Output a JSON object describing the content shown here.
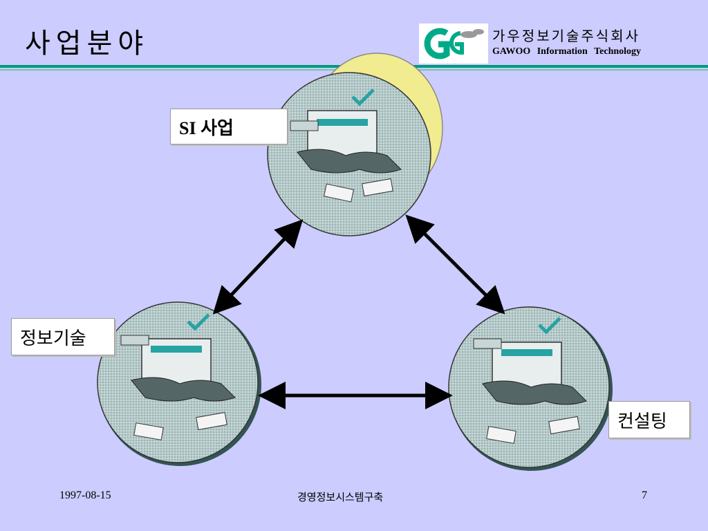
{
  "slide": {
    "title": "사업분야",
    "company_ko": "가우정보기술주식회사",
    "company_en": "GAWOO  Information  Technology"
  },
  "nodes": {
    "si": "SI 사업",
    "it": "정보기술",
    "consulting": "컨설팅"
  },
  "icons": {
    "logo": "gawoo-logo-icon",
    "node_image": "handshake-clipart-icon"
  },
  "footer": {
    "date": "1997-08-15",
    "center": "경영정보시스템구축",
    "page": "7"
  },
  "colors": {
    "background": "#ccccff",
    "accent": "#009977",
    "circle_fill": "#a9c4c4"
  }
}
